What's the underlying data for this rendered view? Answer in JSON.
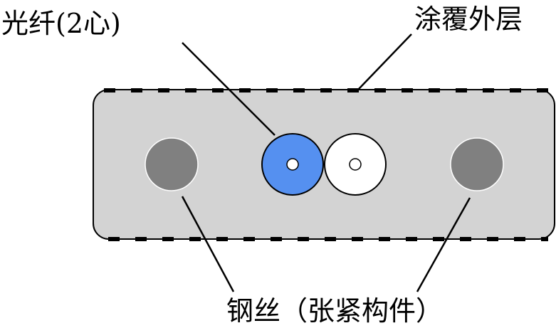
{
  "labels": {
    "fiber": "光纤(2心)",
    "coating": "涂覆外层",
    "steel_wire": "钢丝（张紧构件）"
  },
  "colors": {
    "cable_body": "#d3d3d3",
    "steel_wire": "#808080",
    "fiber_colored": "#5590f0",
    "fiber_natural": "#ffffff",
    "outline": "#000000"
  }
}
